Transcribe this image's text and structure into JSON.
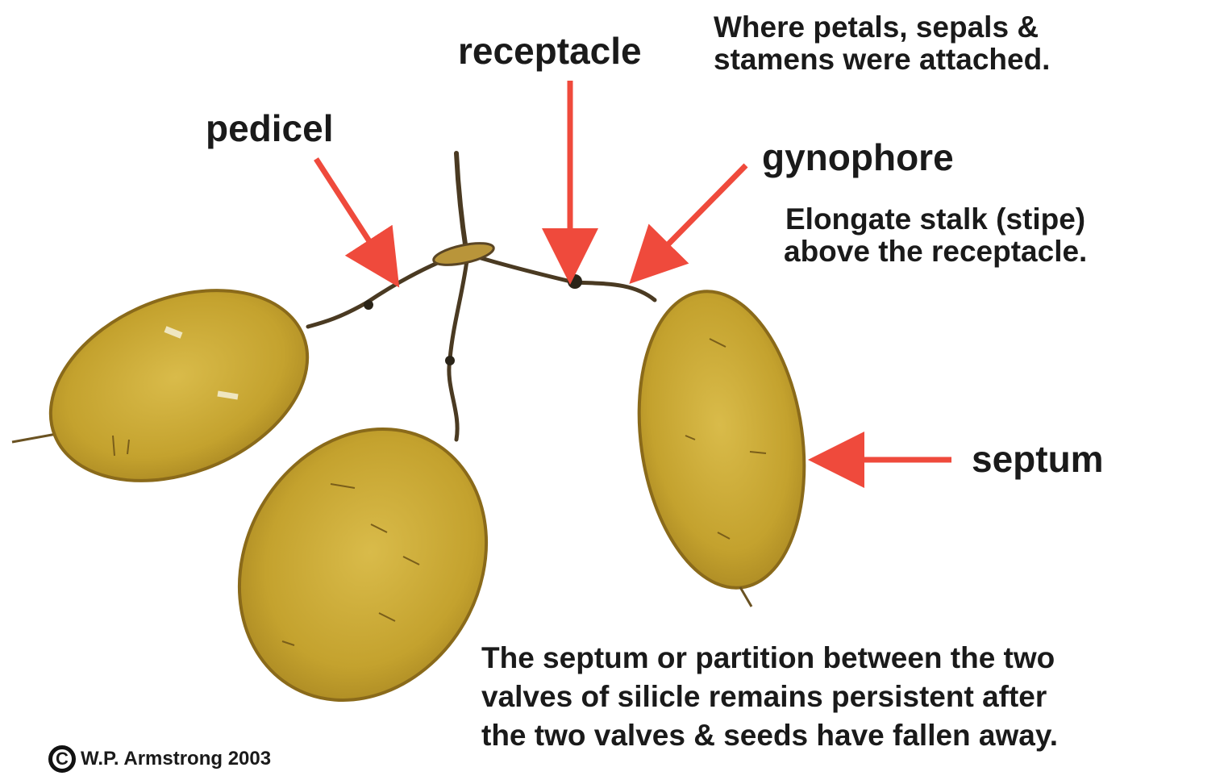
{
  "labels": {
    "receptacle": "receptacle",
    "receptacle_note": [
      "Where petals, sepals &",
      "stamens were attached."
    ],
    "pedicel": "pedicel",
    "gynophore": "gynophore",
    "gynophore_note": [
      "Elongate stalk (stipe)",
      "above the receptacle."
    ],
    "septum": "septum",
    "septum_note": [
      "The septum or partition between the two",
      "valves of silicle remains persistent after",
      "the two valves & seeds have fallen away."
    ]
  },
  "credit": {
    "symbol": "C",
    "text": "W.P. Armstrong 2003"
  },
  "colors": {
    "arrow": "#ef4a3c",
    "silicle_fill": "#c9a732",
    "silicle_rim": "#8a6a1a",
    "stem": "#4a3a22",
    "text": "#1a1a1a"
  }
}
